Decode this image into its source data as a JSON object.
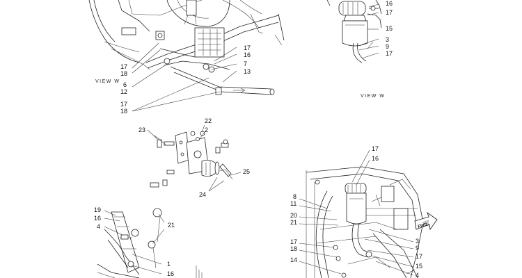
{
  "views": {
    "left_view_label": "VIEW W",
    "right_view_label": "VIEW W"
  },
  "direction_arrow": {
    "text": "FWD"
  },
  "callouts": {
    "tl_17a": "17",
    "tl_18a": "18",
    "tl_6": "6",
    "tl_12": "12",
    "tl_17b": "17",
    "tl_18b": "18",
    "tc_17": "17",
    "tc_16": "16",
    "tc_7": "7",
    "tc_13": "13",
    "tr_16": "16",
    "tr_17": "17",
    "tr_15": "15",
    "tr_3": "3",
    "tr_9": "9",
    "tr_17b": "17",
    "mid_22": "22",
    "mid_2": "2",
    "mid_23": "23",
    "mid_25": "25",
    "mid_24": "24",
    "bl_19": "19",
    "bl_16": "16",
    "bl_4": "4",
    "bl_21": "21",
    "bl_1": "1",
    "bl_16b": "16",
    "br_17": "17",
    "br_16": "16",
    "br_8": "8",
    "br_11": "11",
    "br_20": "20",
    "br_21": "21",
    "br_17b": "17",
    "br_18": "18",
    "br_14": "14",
    "br_3": "3",
    "br_9": "9",
    "br_17c": "17",
    "br_15": "15",
    "br_4": "4"
  }
}
